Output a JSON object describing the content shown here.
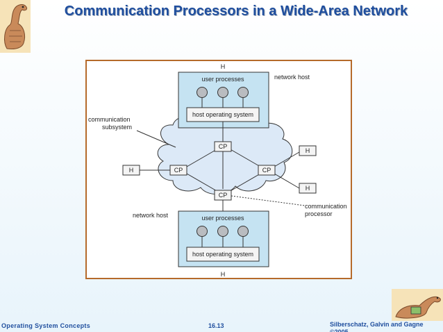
{
  "slide": {
    "title": "Communication Processors in a Wide-Area Network",
    "footer_left": "Operating System Concepts",
    "footer_center": "16.13",
    "footer_right": "Silberschatz, Galvin and Gagne ©2005"
  },
  "diagram": {
    "h_top": "H",
    "h_bottom": "H",
    "h_left": "H",
    "h_right_top": "H",
    "h_right_bottom": "H",
    "top_host": {
      "panel_label": "user processes",
      "os_label": "host operating system",
      "side_label": "network host"
    },
    "bottom_host": {
      "panel_label": "user processes",
      "os_label": "host operating system",
      "side_label": "network host"
    },
    "subsystem_label_line1": "communication",
    "subsystem_label_line2": "subsystem",
    "cp_top": "CP",
    "cp_left": "CP",
    "cp_right": "CP",
    "cp_bottom": "CP",
    "processor_label_line1": "communication",
    "processor_label_line2": "processor",
    "colors": {
      "panel_fill": "#c5e3f2",
      "cloud_fill": "#dce9f7",
      "circle_fill": "#b9bcc0",
      "frame_border": "#b56a2a",
      "title_color": "#1f4e9e"
    }
  }
}
